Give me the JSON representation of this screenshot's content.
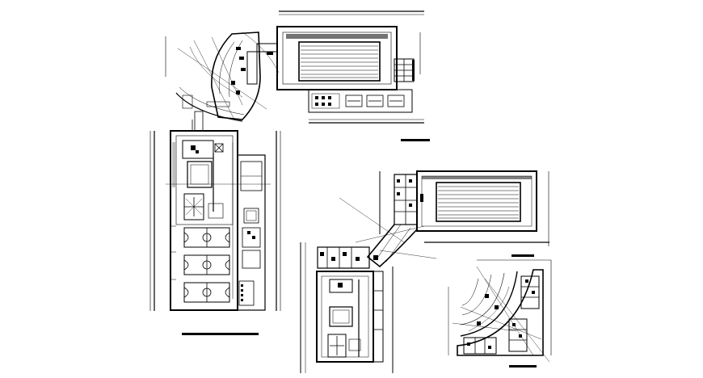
{
  "drawing": {
    "ink": "#000000",
    "paper": "#ffffff",
    "sheets": [
      {
        "id": "plan-top-pool-complex",
        "elements": [
          "curved-entrance-wing",
          "olympic-pool",
          "changing-rooms"
        ]
      },
      {
        "id": "plan-left-sports-strip",
        "elements": [
          "tennis-court",
          "basketball-court-1",
          "basketball-court-2",
          "basketball-court-3",
          "side-pavilion"
        ]
      },
      {
        "id": "plan-center-right-combined",
        "elements": [
          "olympic-pool",
          "curved-link",
          "lower-block"
        ]
      },
      {
        "id": "plan-bottom-right-quarter",
        "elements": [
          "quarter-circle-building",
          "radial-lines"
        ]
      }
    ]
  }
}
